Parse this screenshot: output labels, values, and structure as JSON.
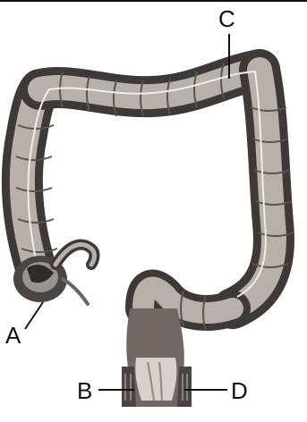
{
  "diagram": {
    "labels": {
      "a": "A",
      "b": "B",
      "c": "C",
      "d": "D"
    },
    "colors": {
      "tissue_dark": "#3f3a38",
      "tissue_mid": "#8c8581",
      "tissue_light": "#d9d5d1",
      "line": "#111111",
      "background": "#ffffff"
    }
  }
}
